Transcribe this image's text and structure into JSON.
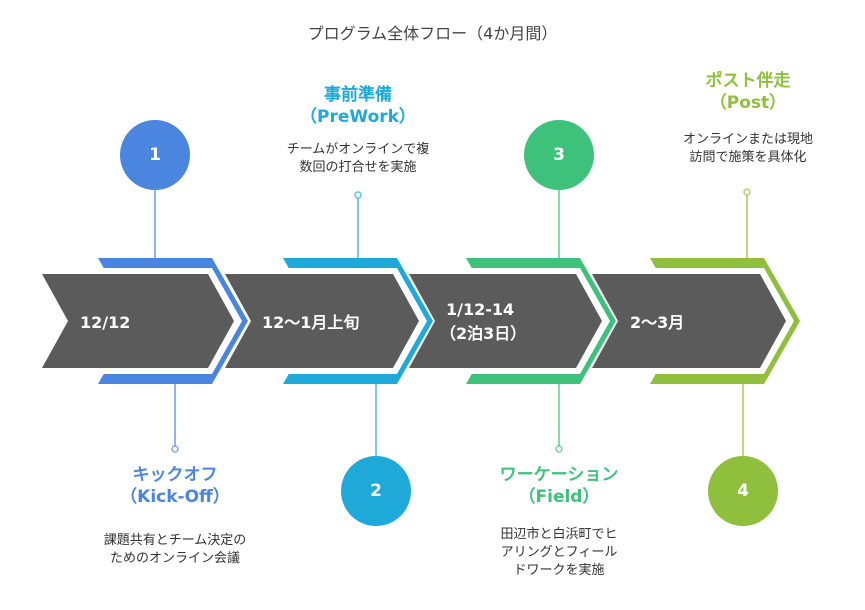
{
  "title": "プログラム全体フロー（4か月間）",
  "colors": {
    "blue": "#4a86e0",
    "cyan": "#1ea9d9",
    "green": "#3ec17a",
    "lime": "#8fbf3c",
    "arrow": "#5b5b5b"
  },
  "phases": [
    {
      "number": "1",
      "date": "12/12",
      "title_line1": "キックオフ",
      "title_line2": "（Kick-Off）",
      "desc_line1": "課題共有とチーム決定の",
      "desc_line2": "ためのオンライン会議"
    },
    {
      "number": "2",
      "date": "12〜1月上旬",
      "title_line1": "事前準備",
      "title_line2": "（PreWork）",
      "desc_line1": "チームがオンラインで複",
      "desc_line2": "数回の打合せを実施"
    },
    {
      "number": "3",
      "date_line1": "1/12-14",
      "date_line2": "（2泊3日）",
      "title_line1": "ワーケーション",
      "title_line2": "（Field）",
      "desc_line1": "田辺市と白浜町でヒ",
      "desc_line2": "アリングとフィール",
      "desc_line3": "ドワークを実施"
    },
    {
      "number": "4",
      "date": "2〜3月",
      "title_line1": "ポスト伴走",
      "title_line2": "（Post）",
      "desc_line1": "オンラインまたは現地",
      "desc_line2": "訪問で施策を具体化"
    }
  ]
}
